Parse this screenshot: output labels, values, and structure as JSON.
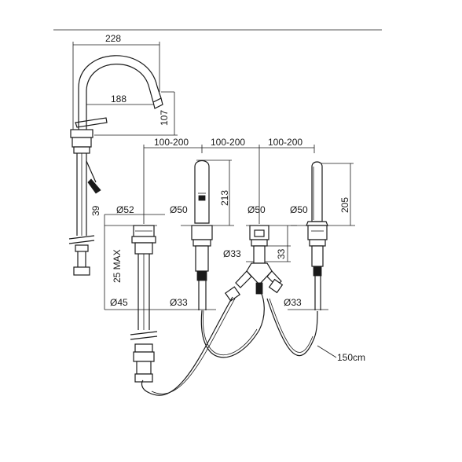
{
  "dimensions": {
    "spout_width": "228",
    "spout_reach": "188",
    "spout_height": "107",
    "spacing_1": "100-200",
    "spacing_2": "100-200",
    "spacing_3": "100-200",
    "d52": "Ø52",
    "d50_a": "Ø50",
    "d50_b": "Ø50",
    "d50_c": "Ø50",
    "h39": "39",
    "h213": "213",
    "h205": "205",
    "h33": "33",
    "d33_mid": "Ø33",
    "deck_max": "25 MAX",
    "d45": "Ø45",
    "d33_left": "Ø33",
    "d33_right": "Ø33",
    "hose": "150cm"
  }
}
